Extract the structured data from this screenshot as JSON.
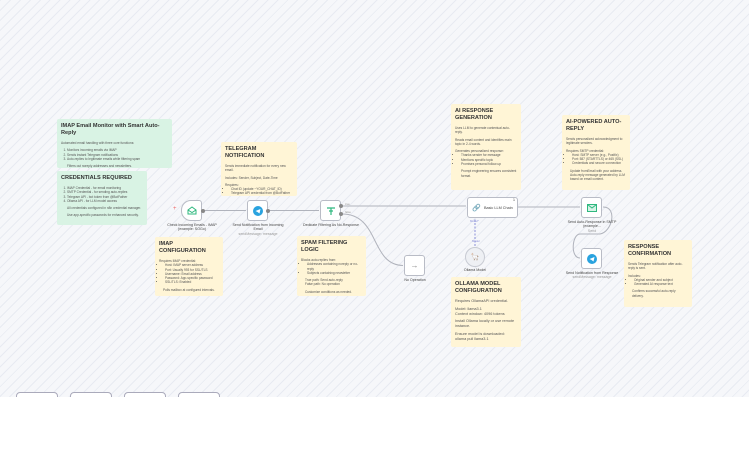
{
  "notes": {
    "monitor": {
      "title": "IMAP Email Monitor with Smart Auto-Reply",
      "intro": "Automated email handling with three core functions:",
      "items": [
        "Monitors incoming emails via IMAP",
        "Sends instant Telegram notifications",
        "Auto-replies to legitimate emails while filtering spam"
      ],
      "footer": "Filters out noreply addresses and newsletters."
    },
    "credentials": {
      "title": "CREDENTIALS REQUIRED",
      "items": [
        "IMAP Credential - for email monitoring",
        "SMTP Credential - for sending auto-replies",
        "Telegram API - bot token from @BotFather",
        "Ollama API - for LLM model access"
      ],
      "p1": "All credentials configured in n8n credential manager.",
      "p2": "Use app-specific passwords for enhanced security."
    },
    "telegram": {
      "title": "TELEGRAM NOTIFICATION",
      "p1": "Sends immediate notification for every new email.",
      "p2": "Includes: Sender, Subject, Date-Time",
      "req": "Requires:",
      "items": [
        "Chat ID (update ~YOUR_CHAT_ID)",
        "Telegram API credential from @BotFather"
      ]
    },
    "imap": {
      "title": "IMAP CONFIGURATION",
      "req": "Requires IMAP credential:",
      "items": [
        "Host: IMAP server address",
        "Port: Usually 993 for SSL/TLS",
        "Username: Email address",
        "Password: App-specific password",
        "SSL/TLS: Enabled"
      ],
      "footer": "Polls mailbox at configured intervals."
    },
    "spam": {
      "title": "SPAM FILTERING LOGIC",
      "intro": "Blocks auto-replies from:",
      "items": [
        "Addresses containing noreply or no-reply",
        "Subjects containing newsletter"
      ],
      "p1": "True path: Send auto-reply",
      "p2": "False path: No operation",
      "footer": "Customize conditions as needed."
    },
    "ai": {
      "title": "AI RESPONSE GENERATION",
      "p1": "Uses LLM to generate contextual auto-reply.",
      "p2": "Reads email content and identifies main topic in 2-4 words.",
      "p3": "Generates personalized response:",
      "items": [
        "Thanks sender for message",
        "Mentions specific topic",
        "Promises personal follow-up"
      ],
      "footer": "Prompt engineering ensures consistent format."
    },
    "ollama": {
      "title": "OLLAMA MODEL CONFIGURATION",
      "p1": "Requires OllamaAPI credential.",
      "p2": "Model: llama3.1",
      "p3": "Context window: 4096 tokens",
      "p4": "Install Ollama locally or use remote instance.",
      "p5": "Ensure model is downloaded: ollama pull llama3.1"
    },
    "autoreply": {
      "title": "AI-POWERED AUTO-REPLY",
      "p1": "Sends personalized acknowledgment to legitimate senders.",
      "req": "Requires SMTP credential:",
      "items": [
        "Host: SMTP server (e.g., Postfix)",
        "Port: 587 (STARTTLS) or 465 (SSL)",
        "Credentials and secure connection"
      ],
      "footer": "Update fromEmail with your address. Auto-reply message generated by LLM based on email content."
    },
    "confirm": {
      "title": "RESPONSE CONFIRMATION",
      "p1": "Sends Telegram notification after auto-reply is sent.",
      "p2": "Includes:",
      "items": [
        "Original sender and subject",
        "Generated AI response text"
      ],
      "footer": "Confirms successful auto-reply delivery."
    }
  },
  "nodes": {
    "imap": {
      "label": "Check Incoming Emails - IMAP (example: SOGo)",
      "icon": "email-open-icon"
    },
    "telegram1": {
      "label": "Send Notification from Incoming Email",
      "sub": "sendMessage: message",
      "icon": "telegram-icon"
    },
    "filter": {
      "label": "Dedicate Filtering As No-Response",
      "icon": "filter-icon",
      "true_label": "true",
      "false_label": "false"
    },
    "noop": {
      "label": "No Operation",
      "icon": "arrow-right-icon"
    },
    "llm": {
      "label": "Basic LLM Chain",
      "icon": "link-icon",
      "badge": "1",
      "model_label": "Model*"
    },
    "ollama": {
      "label": "Ollama Model",
      "icon": "ollama-icon",
      "port_label": "Model"
    },
    "smtp": {
      "label": "Send Auto-Response in SMTP (example...",
      "sub": "Send",
      "icon": "email-icon"
    },
    "telegram2": {
      "label": "Send Notification from Response",
      "sub": "sendMessage: message",
      "icon": "telegram-icon"
    }
  },
  "colors": {
    "sticky_yellow": "#fff5d6",
    "sticky_green": "#d9f3e4",
    "telegram": "#2aa3df",
    "email": "#2fb87f"
  }
}
